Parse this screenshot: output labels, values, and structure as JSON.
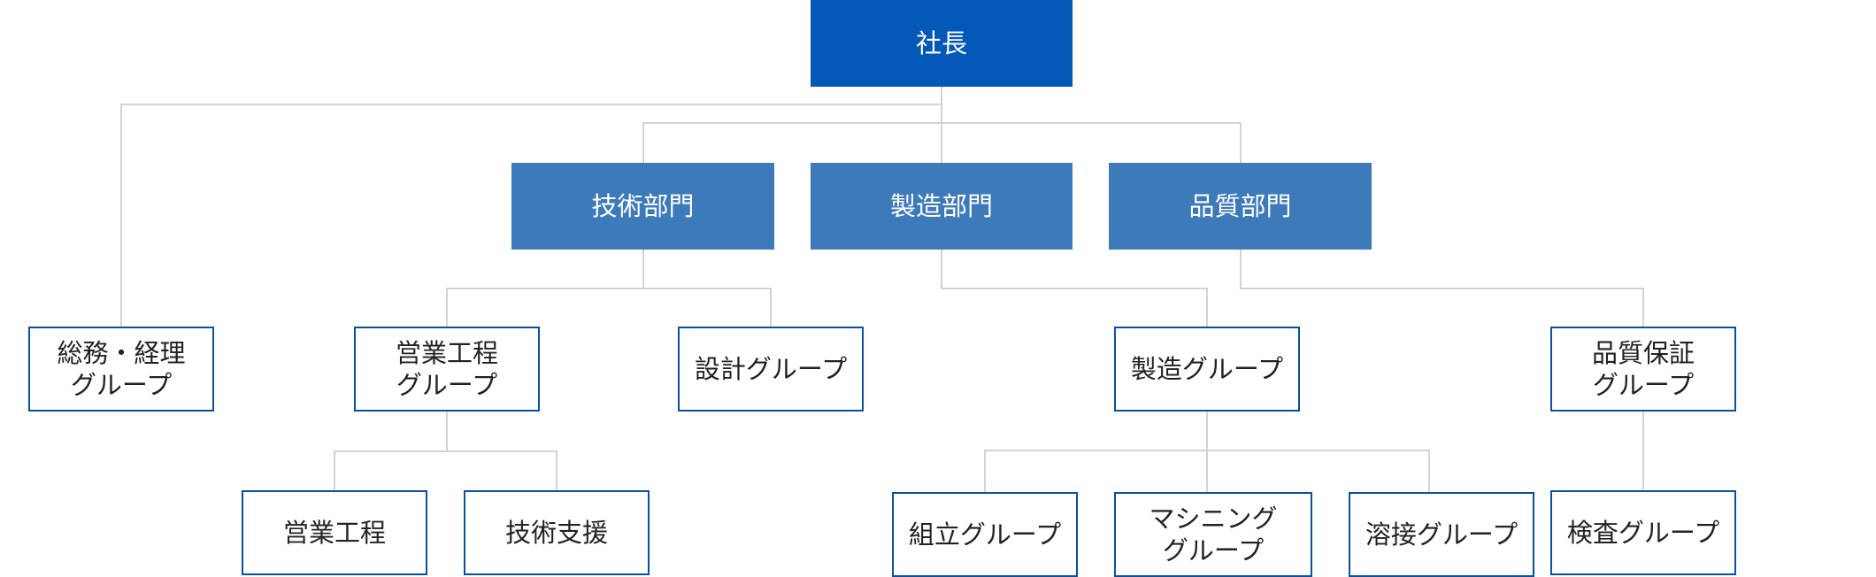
{
  "nodes": {
    "president": "社長",
    "dept_tech": "技術部門",
    "dept_mfg": "製造部門",
    "dept_quality": "品質部門",
    "general_affairs": "総務・経理\nグループ",
    "sales_eng_group": "営業工程\nグループ",
    "design_group": "設計グループ",
    "mfg_group": "製造グループ",
    "qa_group": "品質保証\nグループ",
    "sales_eng": "営業工程",
    "tech_support": "技術支援",
    "assembly_group": "組立グループ",
    "machining_group": "マシニング\nグループ",
    "welding_group": "溶接グループ",
    "inspection_group": "検査グループ"
  },
  "colors": {
    "top": "#0358B8",
    "dept": "#3D7AB9",
    "group_border": "#0A4FA0",
    "connector": "#D3D3D3"
  }
}
